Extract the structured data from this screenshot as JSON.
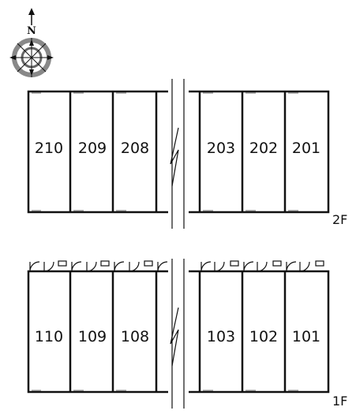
{
  "compass": {
    "north_label": "N"
  },
  "floors": [
    {
      "label": "2F",
      "units": [
        "210",
        "209",
        "208",
        "203",
        "202",
        "201"
      ]
    },
    {
      "label": "1F",
      "units": [
        "110",
        "109",
        "108",
        "103",
        "102",
        "101"
      ]
    }
  ]
}
